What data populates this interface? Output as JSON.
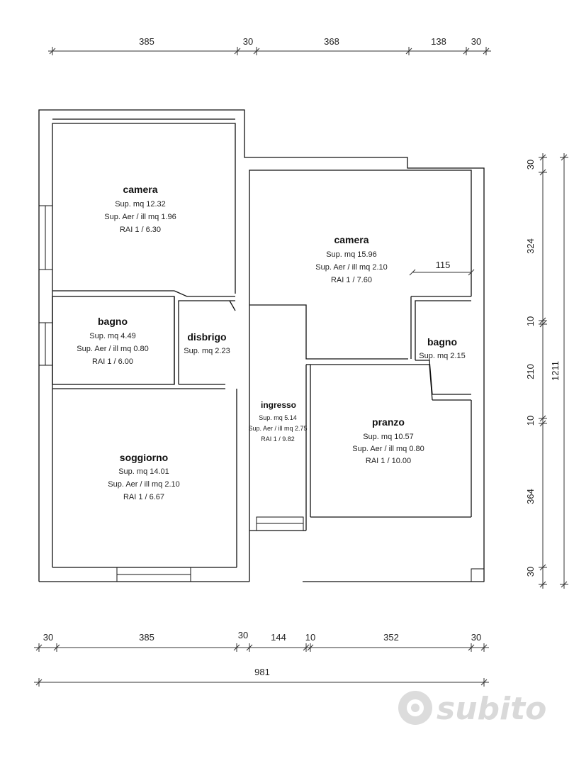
{
  "dimensions": {
    "top": [
      "385",
      "30",
      "368",
      "138",
      "30"
    ],
    "bottom": [
      "30",
      "385",
      "30",
      "144",
      "10",
      "352",
      "30"
    ],
    "total_width": "981",
    "right": [
      "30",
      "324",
      "10",
      "210",
      "10",
      "364",
      "30"
    ],
    "total_height": "1211",
    "internal": "115"
  },
  "rooms": {
    "camera1": {
      "name": "camera",
      "lines": [
        "Sup. mq 12.32",
        "Sup. Aer / ill mq 1.96",
        "RAI 1 / 6.30"
      ]
    },
    "camera2": {
      "name": "camera",
      "lines": [
        "Sup. mq 15.96",
        "Sup. Aer / ill mq 2.10",
        "RAI 1 / 7.60"
      ]
    },
    "bagno1": {
      "name": "bagno",
      "lines": [
        "Sup. mq 4.49",
        "Sup. Aer / ill mq 0.80",
        "RAI 1 / 6.00"
      ]
    },
    "disbrigo": {
      "name": "disbrigo",
      "lines": [
        "Sup. mq 2.23"
      ]
    },
    "bagno2": {
      "name": "bagno",
      "lines": [
        "Sup. mq 2.15"
      ]
    },
    "ingresso": {
      "name": "ingresso",
      "lines": [
        "Sup. mq 5.14",
        "Sup. Aer / ill mq 2.75",
        "RAI 1 / 9.82"
      ]
    },
    "pranzo": {
      "name": "pranzo",
      "lines": [
        "Sup. mq 10.57",
        "Sup. Aer / ill mq 0.80",
        "RAI 1 / 10.00"
      ]
    },
    "soggiorno": {
      "name": "soggiorno",
      "lines": [
        "Sup. mq 14.01",
        "Sup. Aer / ill mq 2.10",
        "RAI 1 / 6.67"
      ]
    }
  },
  "watermark": "subito"
}
